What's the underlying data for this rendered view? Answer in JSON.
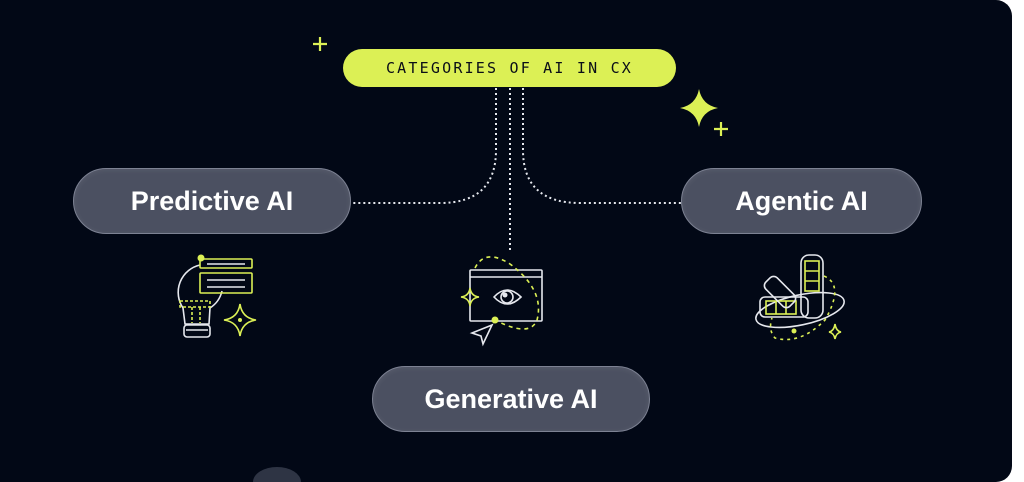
{
  "title": "CATEGORIES OF AI IN CX",
  "categories": [
    {
      "label": "Predictive AI",
      "icon": "lightbulb-chat-icon"
    },
    {
      "label": "Generative AI",
      "icon": "browser-eye-icon"
    },
    {
      "label": "Agentic AI",
      "icon": "swatch-fan-icon"
    }
  ],
  "colors": {
    "background": "#020816",
    "accent": "#dcf055",
    "pill": "#4b5061",
    "line": "#e6e8ee"
  }
}
